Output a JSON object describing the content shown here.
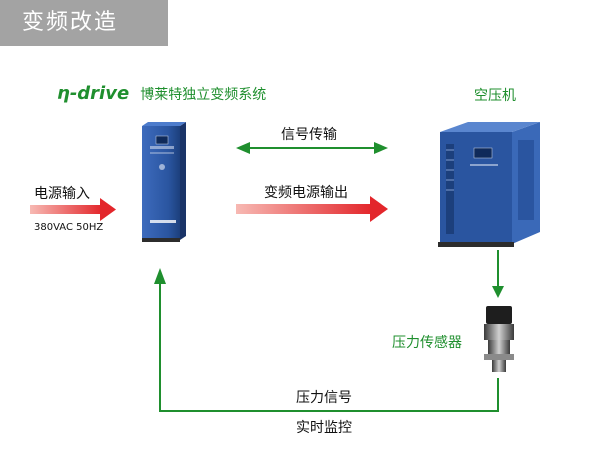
{
  "header": {
    "title": "变频改造"
  },
  "brand": {
    "logo": "η-drive",
    "system_name": "博莱特独立变频系统"
  },
  "devices": {
    "compressor": "空压机",
    "sensor": "压力传感器"
  },
  "power_input": {
    "label": "电源输入",
    "spec": "380VAC 50HZ"
  },
  "signal": {
    "transmission": "信号传输",
    "vf_output": "变频电源输出",
    "pressure": "压力信号",
    "monitoring": "实时监控"
  },
  "colors": {
    "green": "#1f8f2e",
    "red": "#e3262b",
    "cabinet_blue": "#2a55a0"
  }
}
